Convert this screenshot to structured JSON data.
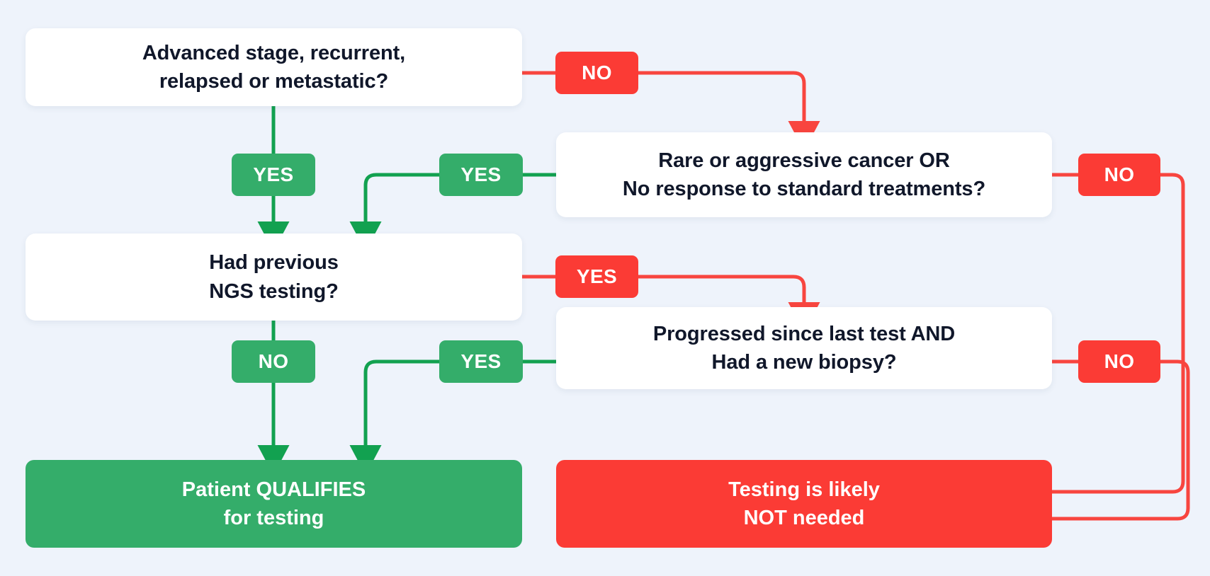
{
  "chart_data": {
    "type": "diagram",
    "title": "NGS testing eligibility decision flowchart",
    "diagram_kind": "flowchart",
    "background_color": "#eef3fb",
    "colors": {
      "question_box_fill": "#ffffff",
      "question_box_text": "#10172a",
      "yes_green": "#34ad6a",
      "no_red": "#fb3b35",
      "green_connector": "#12a150",
      "red_connector": "#f8453f",
      "result_green_fill": "#34ad6a",
      "result_red_fill": "#fb3b35",
      "result_text": "#ffffff"
    },
    "nodes": [
      {
        "id": "q1",
        "type": "question",
        "text": "Advanced stage, recurrent, relapsed or metastatic?"
      },
      {
        "id": "q2",
        "type": "question",
        "text": "Rare or aggressive cancer OR No response to standard treatments?"
      },
      {
        "id": "q3",
        "type": "question",
        "text": "Had previous NGS testing?"
      },
      {
        "id": "q4",
        "type": "question",
        "text": "Progressed since last test AND Had a new biopsy?"
      },
      {
        "id": "r_qualify",
        "type": "result",
        "text": "Patient QUALIFIES for testing",
        "tone": "positive"
      },
      {
        "id": "r_not_needed",
        "type": "result",
        "text": "Testing is likely NOT needed",
        "tone": "negative"
      }
    ],
    "edges": [
      {
        "from": "q1",
        "to": "q3",
        "label": "YES",
        "tone": "positive"
      },
      {
        "from": "q1",
        "to": "q2",
        "label": "NO",
        "tone": "negative"
      },
      {
        "from": "q2",
        "to": "q3",
        "label": "YES",
        "tone": "positive"
      },
      {
        "from": "q2",
        "to": "r_not_needed",
        "label": "NO",
        "tone": "negative"
      },
      {
        "from": "q3",
        "to": "r_qualify",
        "label": "NO",
        "tone": "positive"
      },
      {
        "from": "q3",
        "to": "q4",
        "label": "YES",
        "tone": "negative"
      },
      {
        "from": "q4",
        "to": "r_qualify",
        "label": "YES",
        "tone": "positive"
      },
      {
        "from": "q4",
        "to": "r_not_needed",
        "label": "NO",
        "tone": "negative"
      }
    ]
  },
  "boxes": {
    "q1": {
      "line1": "Advanced stage, recurrent,",
      "line2": "relapsed or metastatic?"
    },
    "q2": {
      "line1": "Rare or aggressive cancer OR",
      "line2": "No response to standard treatments?"
    },
    "q3": {
      "line1": "Had previous",
      "line2": "NGS testing?"
    },
    "q4": {
      "line1": "Progressed since last test AND",
      "line2": "Had a new biopsy?"
    },
    "result_qualify": {
      "line1": "Patient QUALIFIES",
      "line2": "for testing"
    },
    "result_not_needed": {
      "line1": "Testing is likely",
      "line2": "NOT needed"
    }
  },
  "badges": {
    "q1_no": "NO",
    "q1_yes": "YES",
    "q2_yes": "YES",
    "q2_no": "NO",
    "q3_yes": "YES",
    "q3_no": "NO",
    "q4_yes": "YES",
    "q4_no": "NO"
  }
}
